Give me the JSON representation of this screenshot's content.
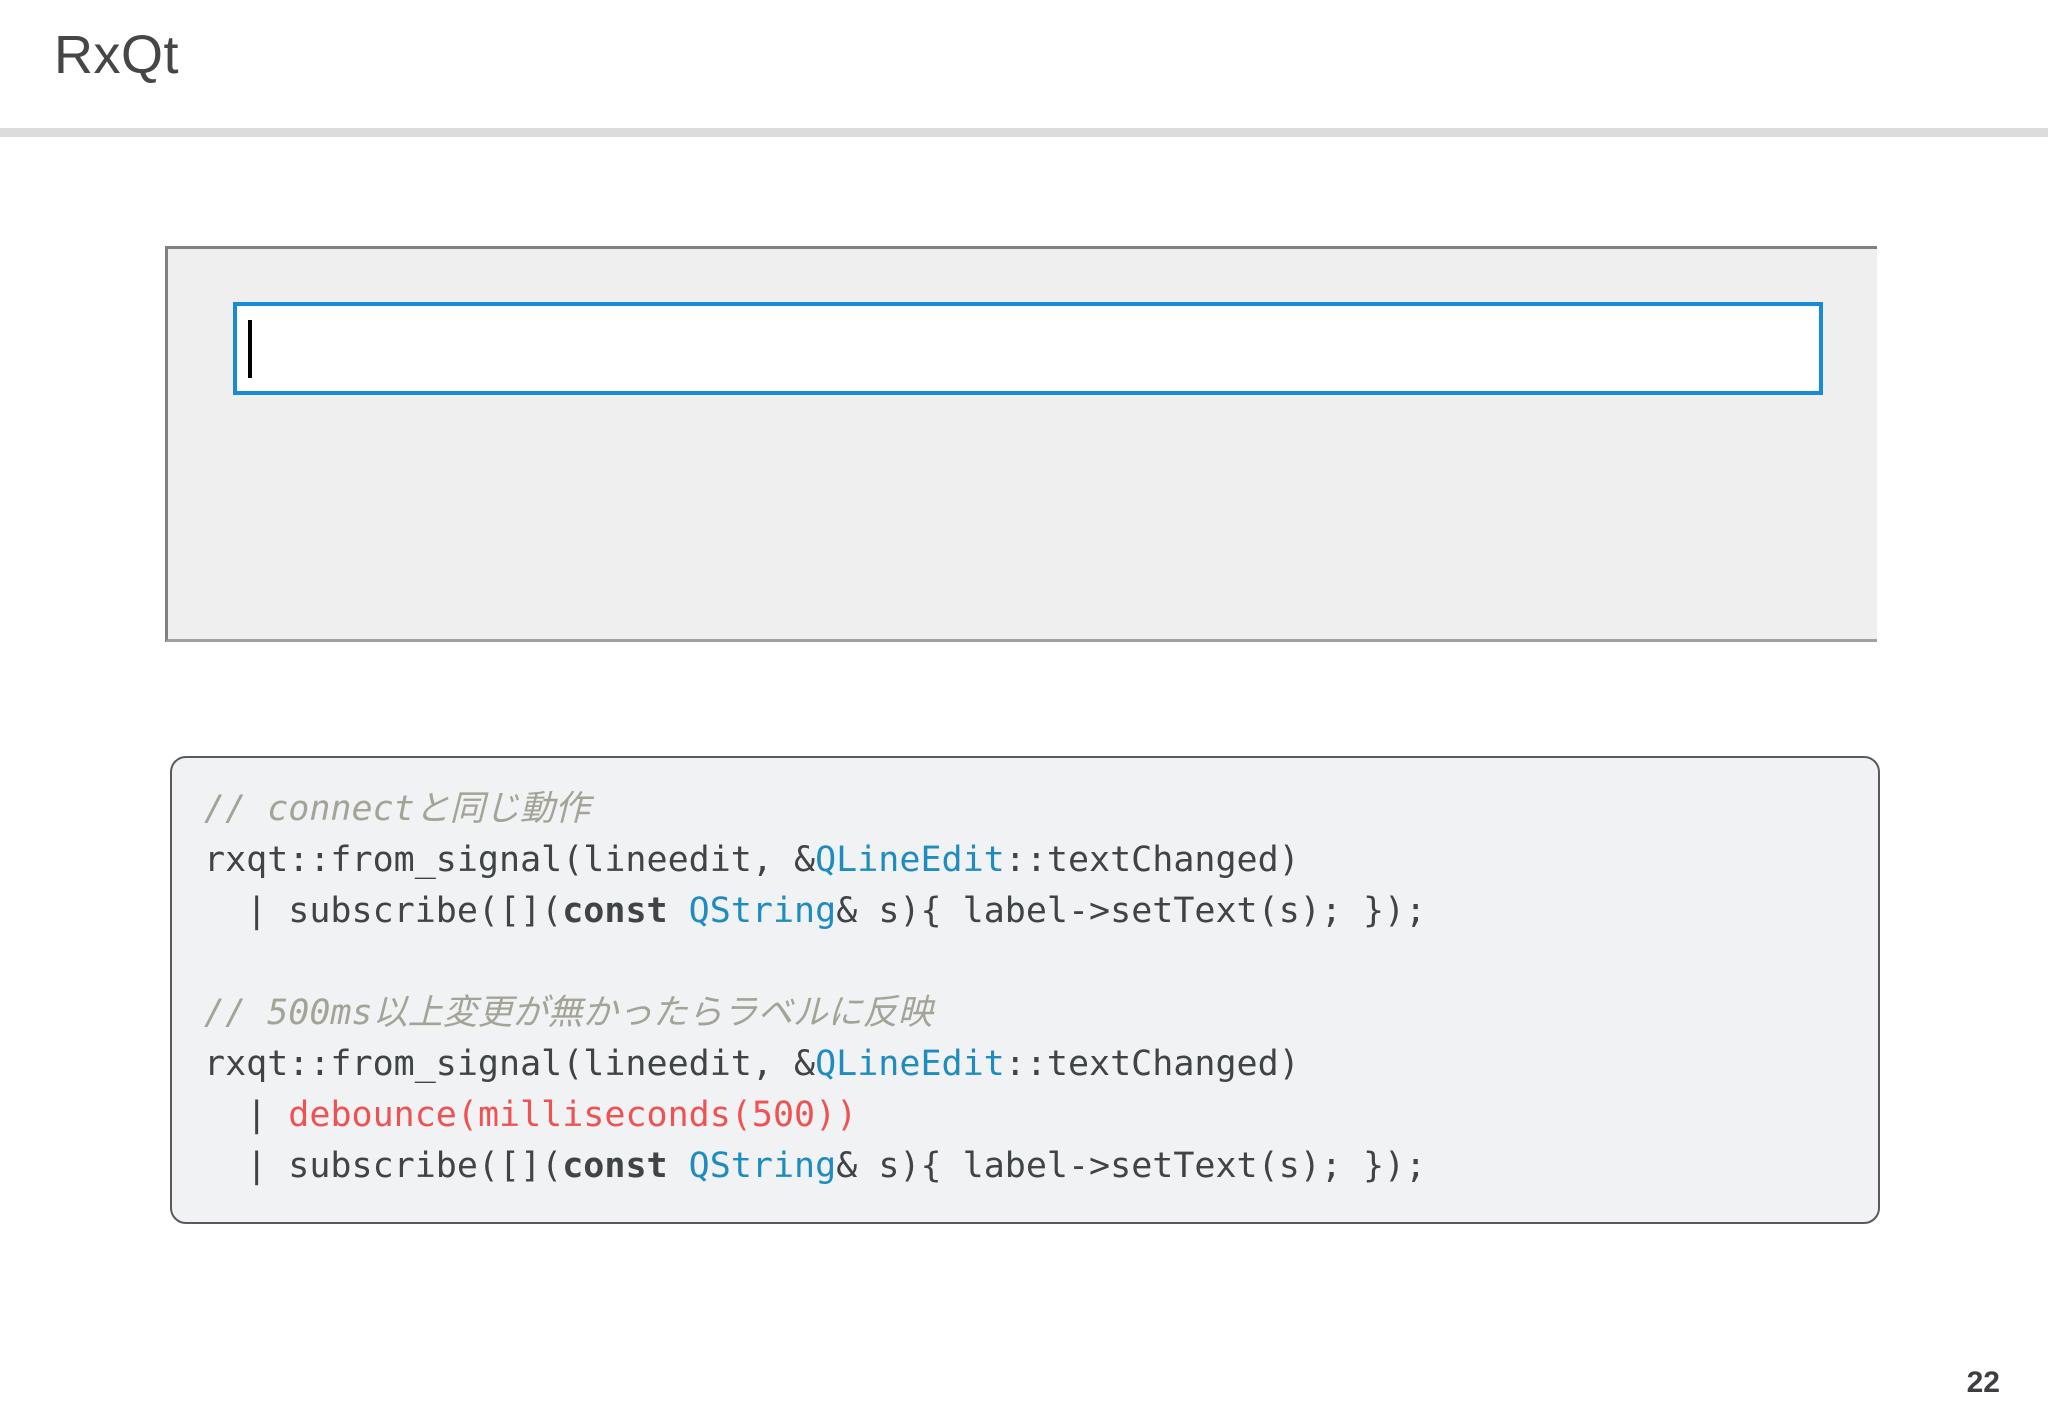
{
  "slide": {
    "title": "RxQt",
    "page_number": "22"
  },
  "qt_panel": {
    "name": "qt-demo-window",
    "background_color": "#efefef",
    "border_color": "#808080",
    "lineedit": {
      "value": "",
      "placeholder": "",
      "focused": true,
      "focus_border_color": "#1a8ad4",
      "caret_visible": true
    }
  },
  "code_block": {
    "background_color": "#f1f2f3",
    "border_color": "#5a5a5e",
    "colors": {
      "default": "#3f4447",
      "comment": "#a3a498",
      "type": "#1f8cbf",
      "operator": "#ee5252"
    },
    "lines": [
      {
        "id": "line-1",
        "tokens": [
          {
            "t": "// connectと同じ動作",
            "k": "comment"
          }
        ]
      },
      {
        "id": "line-2",
        "tokens": [
          {
            "t": "rxqt::from_signal(lineedit, &",
            "k": "plain"
          },
          {
            "t": "QLineEdit",
            "k": "type"
          },
          {
            "t": "::textChanged)",
            "k": "plain"
          }
        ]
      },
      {
        "id": "line-3",
        "tokens": [
          {
            "t": "  | subscribe([](",
            "k": "plain"
          },
          {
            "t": "const",
            "k": "kw"
          },
          {
            "t": " ",
            "k": "plain"
          },
          {
            "t": "QString",
            "k": "type"
          },
          {
            "t": "& s){ label->setText(s); });",
            "k": "plain"
          }
        ]
      },
      {
        "id": "line-4",
        "tokens": [
          {
            "t": " ",
            "k": "plain"
          }
        ]
      },
      {
        "id": "line-5",
        "tokens": [
          {
            "t": "// 500ms以上変更が無かったらラベルに反映",
            "k": "comment"
          }
        ]
      },
      {
        "id": "line-6",
        "tokens": [
          {
            "t": "rxqt::from_signal(lineedit, &",
            "k": "plain"
          },
          {
            "t": "QLineEdit",
            "k": "type"
          },
          {
            "t": "::textChanged)",
            "k": "plain"
          }
        ]
      },
      {
        "id": "line-7",
        "tokens": [
          {
            "t": "  | ",
            "k": "plain"
          },
          {
            "t": "debounce(milliseconds(500))",
            "k": "operator"
          }
        ]
      },
      {
        "id": "line-8",
        "tokens": [
          {
            "t": "  | subscribe([](",
            "k": "plain"
          },
          {
            "t": "const",
            "k": "kw"
          },
          {
            "t": " ",
            "k": "plain"
          },
          {
            "t": "QString",
            "k": "type"
          },
          {
            "t": "& s){ label->setText(s); });",
            "k": "plain"
          }
        ]
      }
    ]
  }
}
